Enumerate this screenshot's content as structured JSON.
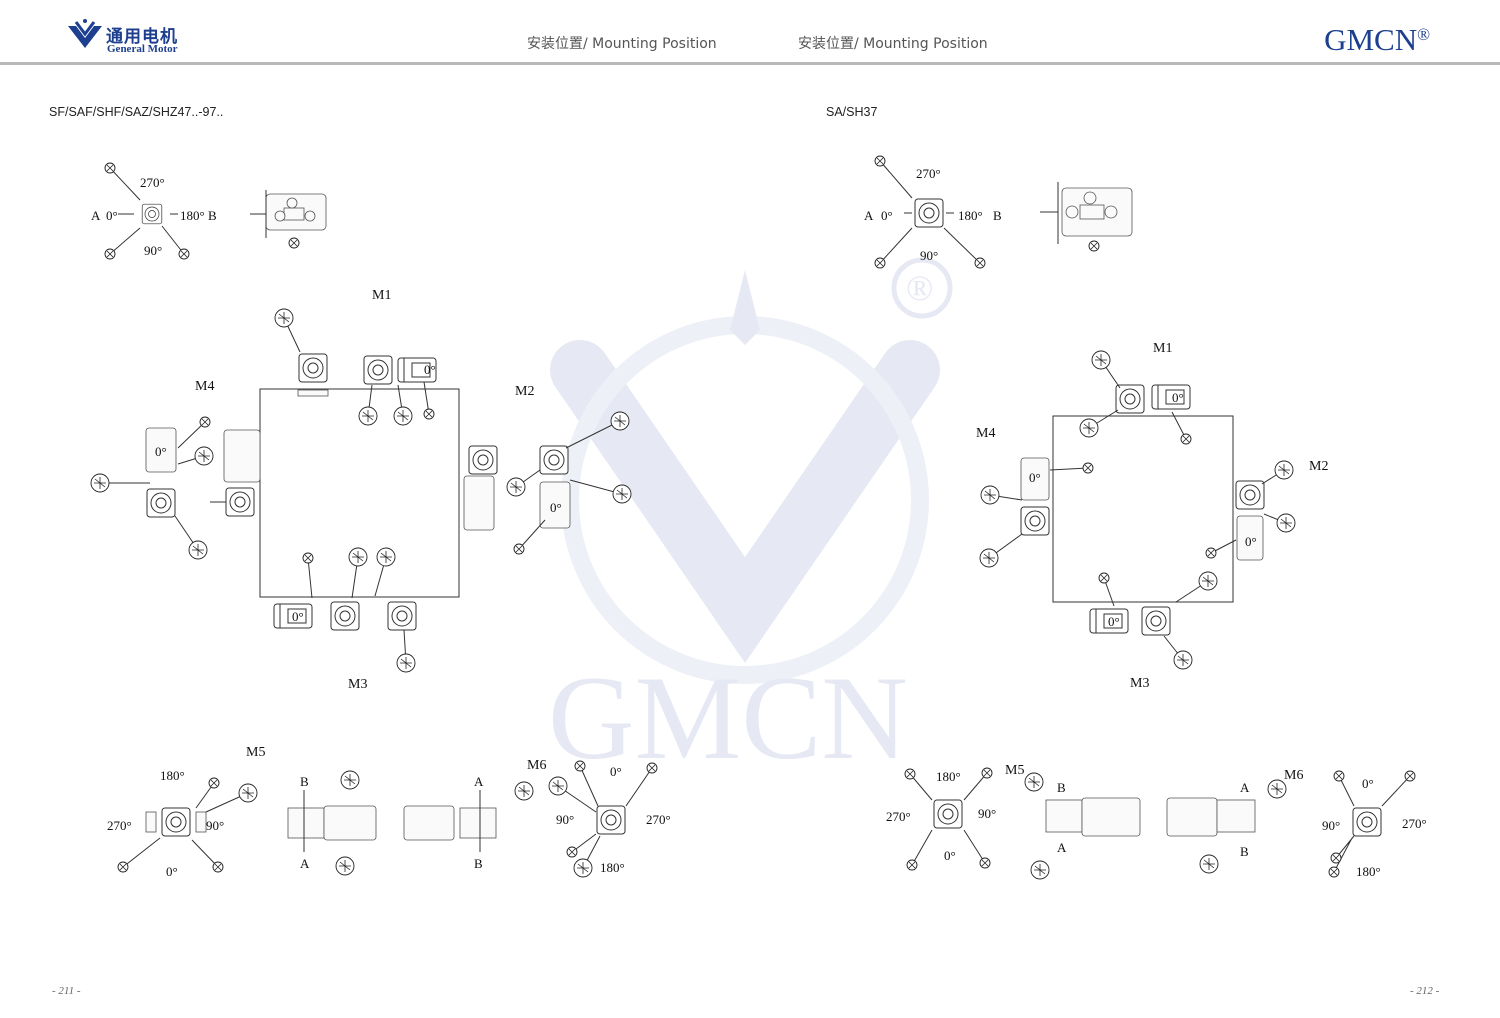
{
  "header": {
    "logo_cn": "通用电机",
    "logo_en": "General Motor",
    "title_left": "安装位置/ Mounting Position",
    "title_right": "安装位置/ Mounting Position",
    "brand": "GMCN",
    "brand_mark": "®"
  },
  "watermark": {
    "text": "GMCN",
    "mark": "®"
  },
  "left": {
    "section_title": "SF/SAF/SHF/SAZ/SHZ47..-97..",
    "legend": {
      "a": "A",
      "b": "B",
      "d0": "0°",
      "d90": "90°",
      "d180": "180°",
      "d270": "270°",
      "x": "X"
    },
    "positions": {
      "m1": "M1",
      "m2": "M2",
      "m3": "M3",
      "m4": "M4",
      "m5": "M5",
      "m6": "M6"
    },
    "motor_angle": "0°",
    "m5": {
      "d180": "180°",
      "d270": "270°",
      "d90": "90°",
      "d0": "0°",
      "b": "B",
      "a": "A"
    },
    "m6": {
      "a": "A",
      "b": "B",
      "d0": "0°",
      "d90": "90°",
      "d270": "270°",
      "d180": "180°"
    },
    "page_number": "- 211 -"
  },
  "right": {
    "section_title": "SA/SH37",
    "legend": {
      "a": "A",
      "b": "B",
      "d0": "0°",
      "d90": "90°",
      "d180": "180°",
      "d270": "270°"
    },
    "positions": {
      "m1": "M1",
      "m2": "M2",
      "m3": "M3",
      "m4": "M4",
      "m5": "M5",
      "m6": "M6"
    },
    "motor_angle": "0°",
    "m5": {
      "d180": "180°",
      "d270": "270°",
      "d90": "90°",
      "d0": "0°",
      "b": "B",
      "a": "A"
    },
    "m6": {
      "a": "A",
      "b": "B",
      "d0": "0°",
      "d90": "90°",
      "d270": "270°",
      "d180": "180°"
    },
    "page_number": "- 212 -"
  },
  "colors": {
    "brand": "#1d3f8f",
    "watermark": "#e6e9f4",
    "rule": "#b8b8b8"
  }
}
